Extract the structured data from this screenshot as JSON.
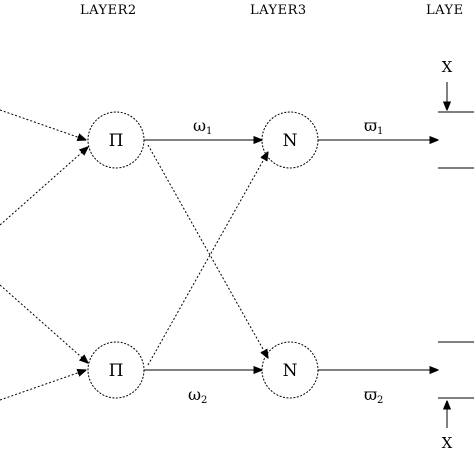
{
  "headers": {
    "layer2": "LAYER2",
    "layer3": "LAYER3",
    "layer4": "LAYE"
  },
  "nodes": {
    "layer2_top": "Π",
    "layer2_bottom": "Π",
    "layer3_top": "N",
    "layer3_bottom": "N"
  },
  "weights": {
    "w1": {
      "base": "ω",
      "sub": "1"
    },
    "w2": {
      "base": "ω",
      "sub": "2"
    },
    "wbar1": {
      "base": "ϖ",
      "sub": "1"
    },
    "wbar2": {
      "base": "ϖ",
      "sub": "2"
    }
  },
  "inputs": {
    "top": "X",
    "bottom": "X"
  }
}
